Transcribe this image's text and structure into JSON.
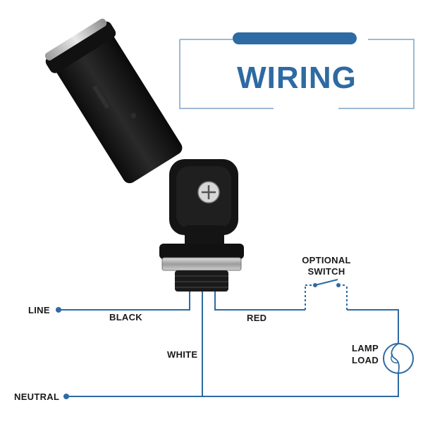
{
  "title": "WIRING",
  "labels": {
    "line": "LINE",
    "black": "BLACK",
    "red": "RED",
    "white": "WHITE",
    "neutral": "NEUTRAL",
    "optional_line1": "OPTIONAL",
    "optional_line2": "SWITCH",
    "lamp_line1": "LAMP",
    "lamp_line2": "LOAD"
  },
  "colors": {
    "wire": "#2e6aa3",
    "accent": "#2e6aa3",
    "frame": "#7fa3c7",
    "device": "#161616"
  },
  "icons": {
    "switch": "switch-icon",
    "lamp": "lamp-icon",
    "screw": "screw-icon"
  }
}
